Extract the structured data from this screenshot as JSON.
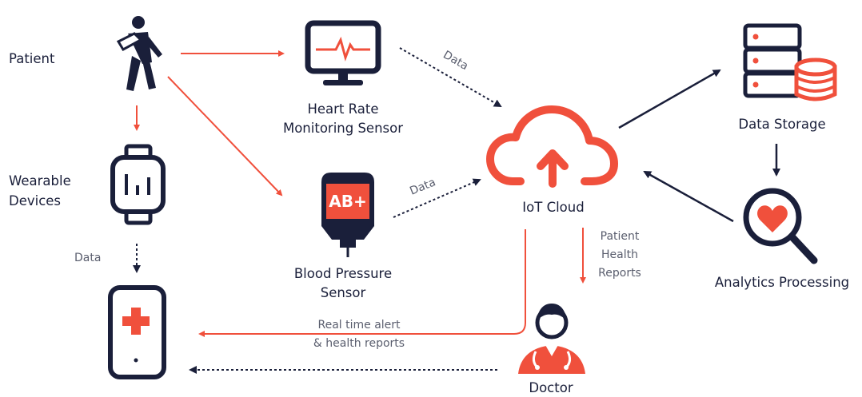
{
  "nodes": {
    "patient": "Patient",
    "wearable_line1": "Wearable",
    "wearable_line2": "Devices",
    "heart_line1": "Heart Rate",
    "heart_line2": "Monitoring Sensor",
    "bp_line1": "Blood Pressure",
    "bp_line2": "Sensor",
    "bp_badge": "AB+",
    "cloud": "IoT Cloud",
    "storage": "Data Storage",
    "analytics": "Analytics Processing",
    "doctor": "Doctor"
  },
  "edges": {
    "data_heart": "Data",
    "data_bp": "Data",
    "data_wearable": "Data",
    "reports_line1": "Patient",
    "reports_line2": "Health",
    "reports_line3": "Reports",
    "alert_line1": "Real time alert",
    "alert_line2": "& health reports"
  },
  "colors": {
    "accent": "#f0503c",
    "navy": "#1a1f3a",
    "muted": "#5a5e6e"
  }
}
